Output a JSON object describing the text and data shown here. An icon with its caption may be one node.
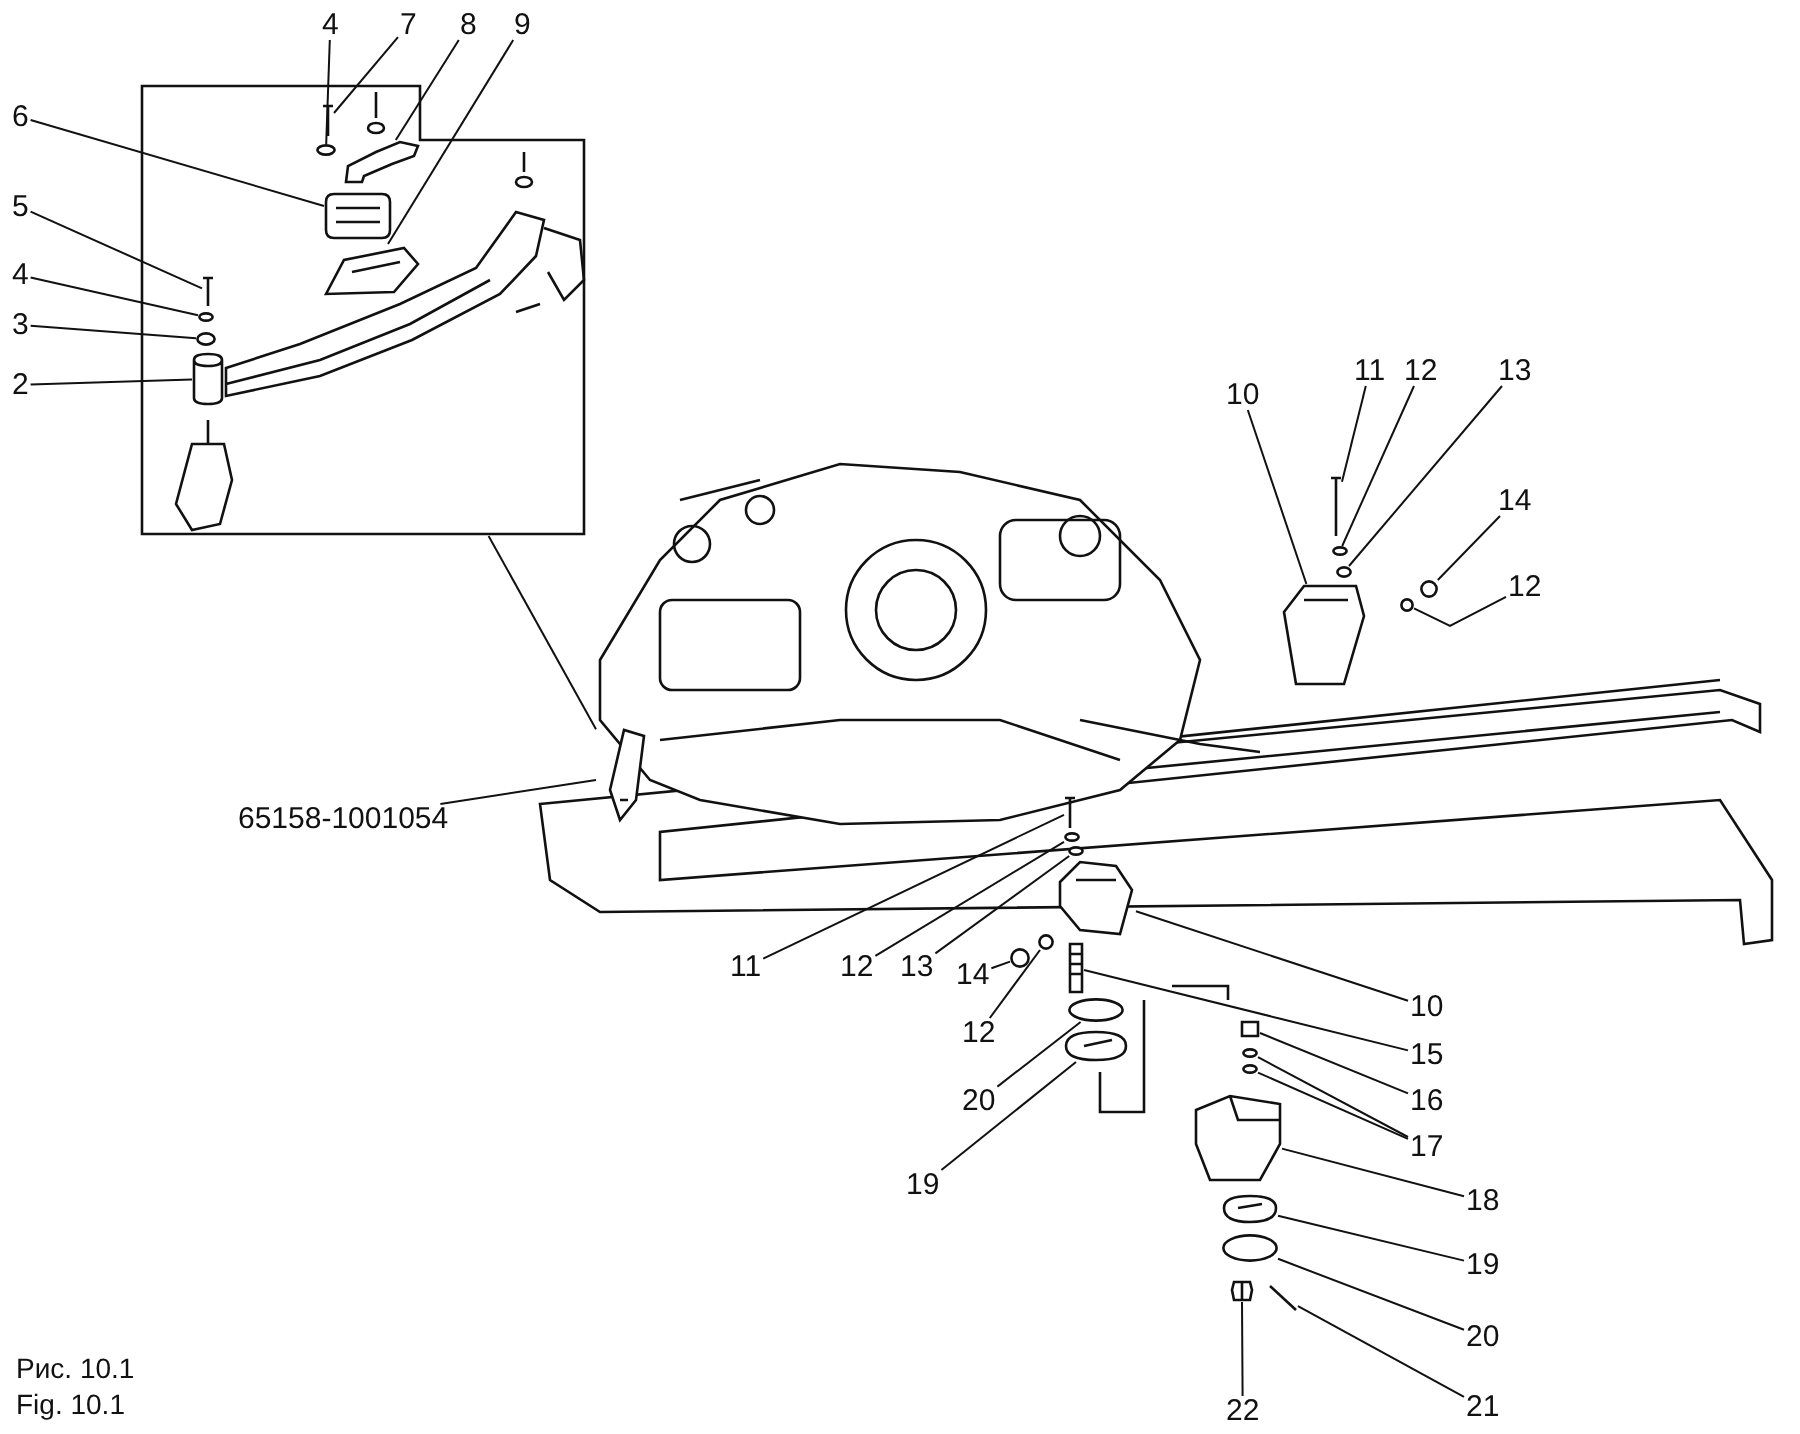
{
  "diagram": {
    "nodes": [
      {
        "text": [],
        "shape": "box"
      },
      {
        "text": [],
        "shape": "picture",
        "in": 0
      },
      {
        "text": [],
        "shape": "circle",
        "in": 0
      },
      {
        "text": [],
        "shape": "picture",
        "in": 0
      },
      {
        "text": [],
        "shape": "picture",
        "in": 0
      },
      {
        "text": [],
        "shape": "picture",
        "in": 0
      },
      {
        "text": [],
        "shape": "picture",
        "in": 0
      },
      {
        "text": [],
        "shape": "circle",
        "in": 0
      },
      {
        "text": [],
        "shape": "circle",
        "in": 0
      },
      {
        "text": [],
        "shape": "picture",
        "in": 0
      },
      {
        "text": [
          "4"
        ]
      },
      {
        "text": [
          "7"
        ]
      },
      {
        "text": [
          "8"
        ]
      },
      {
        "text": [
          "9"
        ]
      },
      {
        "text": [
          "6"
        ]
      },
      {
        "text": [
          "5"
        ]
      },
      {
        "text": [
          "4"
        ]
      },
      {
        "text": [
          "3"
        ]
      },
      {
        "text": [
          "2"
        ]
      },
      {
        "text": [
          "11"
        ]
      },
      {
        "text": [
          "12"
        ]
      },
      {
        "text": [
          "13"
        ]
      },
      {
        "text": [
          "10"
        ]
      },
      {
        "text": [
          "14"
        ]
      },
      {
        "text": [
          "12"
        ]
      },
      {
        "text": [],
        "shape": "picture"
      },
      {
        "text": [],
        "shape": "circle"
      },
      {
        "text": [],
        "shape": "circle"
      },
      {
        "text": [],
        "shape": "picture"
      },
      {
        "text": [],
        "shape": "circle"
      },
      {
        "text": [],
        "shape": "circle"
      },
      {
        "text": [],
        "shape": "picture"
      },
      {
        "text": [
          "65158-1001054"
        ]
      },
      {
        "text": [
          "11"
        ]
      },
      {
        "text": [
          "12"
        ]
      },
      {
        "text": [
          "13"
        ]
      },
      {
        "text": [
          "14"
        ]
      },
      {
        "text": [
          "10"
        ]
      },
      {
        "text": [
          "12"
        ]
      },
      {
        "text": [
          "15"
        ]
      },
      {
        "text": [
          "20"
        ]
      },
      {
        "text": [
          "16"
        ]
      },
      {
        "text": [
          "17"
        ]
      },
      {
        "text": [
          "19"
        ]
      },
      {
        "text": [
          "18"
        ]
      },
      {
        "text": [
          "19"
        ]
      },
      {
        "text": [
          "20"
        ]
      },
      {
        "text": [
          "21"
        ]
      },
      {
        "text": [
          "22"
        ]
      },
      {
        "text": [],
        "shape": "picture"
      },
      {
        "text": [],
        "shape": "circle"
      },
      {
        "text": [],
        "shape": "circle"
      },
      {
        "text": [],
        "shape": "picture"
      },
      {
        "text": [],
        "shape": "circle"
      },
      {
        "text": [],
        "shape": "circle"
      },
      {
        "text": [],
        "shape": "picture"
      },
      {
        "text": [],
        "shape": "circle"
      },
      {
        "text": [],
        "shape": "picture"
      },
      {
        "text": [],
        "shape": "box"
      },
      {
        "text": [],
        "shape": "circle"
      },
      {
        "text": [],
        "shape": "circle"
      },
      {
        "text": [],
        "shape": "picture"
      },
      {
        "text": [],
        "shape": "picture"
      },
      {
        "text": [],
        "shape": "circle"
      },
      {
        "text": [],
        "shape": "picture"
      },
      {
        "text": [],
        "shape": "picture"
      }
    ],
    "edges": [
      {
        "from": 0,
        "to": 31,
        "arrow": "none"
      },
      {
        "from": 10,
        "to": 2,
        "arrow": "none"
      },
      {
        "from": 11,
        "to": 1,
        "arrow": "none"
      },
      {
        "from": 12,
        "to": 3,
        "arrow": "none"
      },
      {
        "from": 13,
        "to": 5,
        "arrow": "none"
      },
      {
        "from": 14,
        "to": 4,
        "arrow": "none"
      },
      {
        "from": 15,
        "to": 6,
        "arrow": "none"
      },
      {
        "from": 16,
        "to": 7,
        "arrow": "none"
      },
      {
        "from": 17,
        "to": 8,
        "arrow": "none"
      },
      {
        "from": 18,
        "to": 9,
        "arrow": "none"
      },
      {
        "from": 19,
        "to": 25,
        "arrow": "none"
      },
      {
        "from": 20,
        "to": 26,
        "arrow": "none"
      },
      {
        "from": 21,
        "to": 27,
        "arrow": "none"
      },
      {
        "from": 22,
        "to": 28,
        "arrow": "none"
      },
      {
        "from": 23,
        "to": 29,
        "arrow": "none"
      },
      {
        "from": 24,
        "to": 30,
        "arrow": "none"
      },
      {
        "from": 32,
        "to": 31,
        "arrow": "none"
      },
      {
        "from": 33,
        "to": 49,
        "arrow": "none"
      },
      {
        "from": 34,
        "to": 50,
        "arrow": "none"
      },
      {
        "from": 35,
        "to": 51,
        "arrow": "none"
      },
      {
        "from": 36,
        "to": 53,
        "arrow": "none"
      },
      {
        "from": 37,
        "to": 52,
        "arrow": "none"
      },
      {
        "from": 38,
        "to": 54,
        "arrow": "none"
      },
      {
        "from": 39,
        "to": 55,
        "arrow": "none"
      },
      {
        "from": 40,
        "to": 56,
        "arrow": "none"
      },
      {
        "from": 41,
        "to": 58,
        "arrow": "none"
      },
      {
        "from": 42,
        "to": 59,
        "arrow": "none"
      },
      {
        "from": 42,
        "to": 60,
        "arrow": "none"
      },
      {
        "from": 43,
        "to": 57,
        "arrow": "none"
      },
      {
        "from": 44,
        "to": 61,
        "arrow": "none"
      },
      {
        "from": 45,
        "to": 62,
        "arrow": "none"
      },
      {
        "from": 46,
        "to": 63,
        "arrow": "none"
      },
      {
        "from": 47,
        "to": 64,
        "arrow": "none"
      },
      {
        "from": 48,
        "to": 65,
        "arrow": "none"
      }
    ],
    "labels": [
      "Рис. 10.1",
      "Fig. 10.1"
    ]
  }
}
